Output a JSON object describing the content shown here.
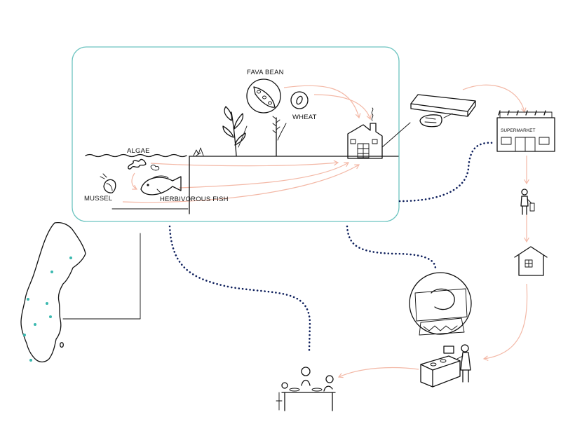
{
  "labels": {
    "fava_bean": "FAVA BEAN",
    "wheat": "WHEAT",
    "algae": "ALGAE",
    "mussel": "MUSSEL",
    "herbivorous_fish": "HERBIVOROUS FISH",
    "supermarket": "SUPERMARKET"
  },
  "colors": {
    "frame": "#6cc4c0",
    "flow_arrow": "#f3b8a6",
    "dotted_link": "#0e1f5c",
    "map_dot": "#3cb9b0",
    "ink": "#111111"
  },
  "icons": [
    "fava-bean-icon",
    "wheat-grain-icon",
    "factory-icon",
    "food-package-icon",
    "supermarket-icon",
    "shopper-icon",
    "house-icon",
    "kitchen-stove-icon",
    "cook-person-icon",
    "dining-table-icon",
    "sweden-map-icon",
    "mussel-icon",
    "fish-icon",
    "algae-icon",
    "wheat-plant-icon",
    "bean-plant-icon"
  ]
}
